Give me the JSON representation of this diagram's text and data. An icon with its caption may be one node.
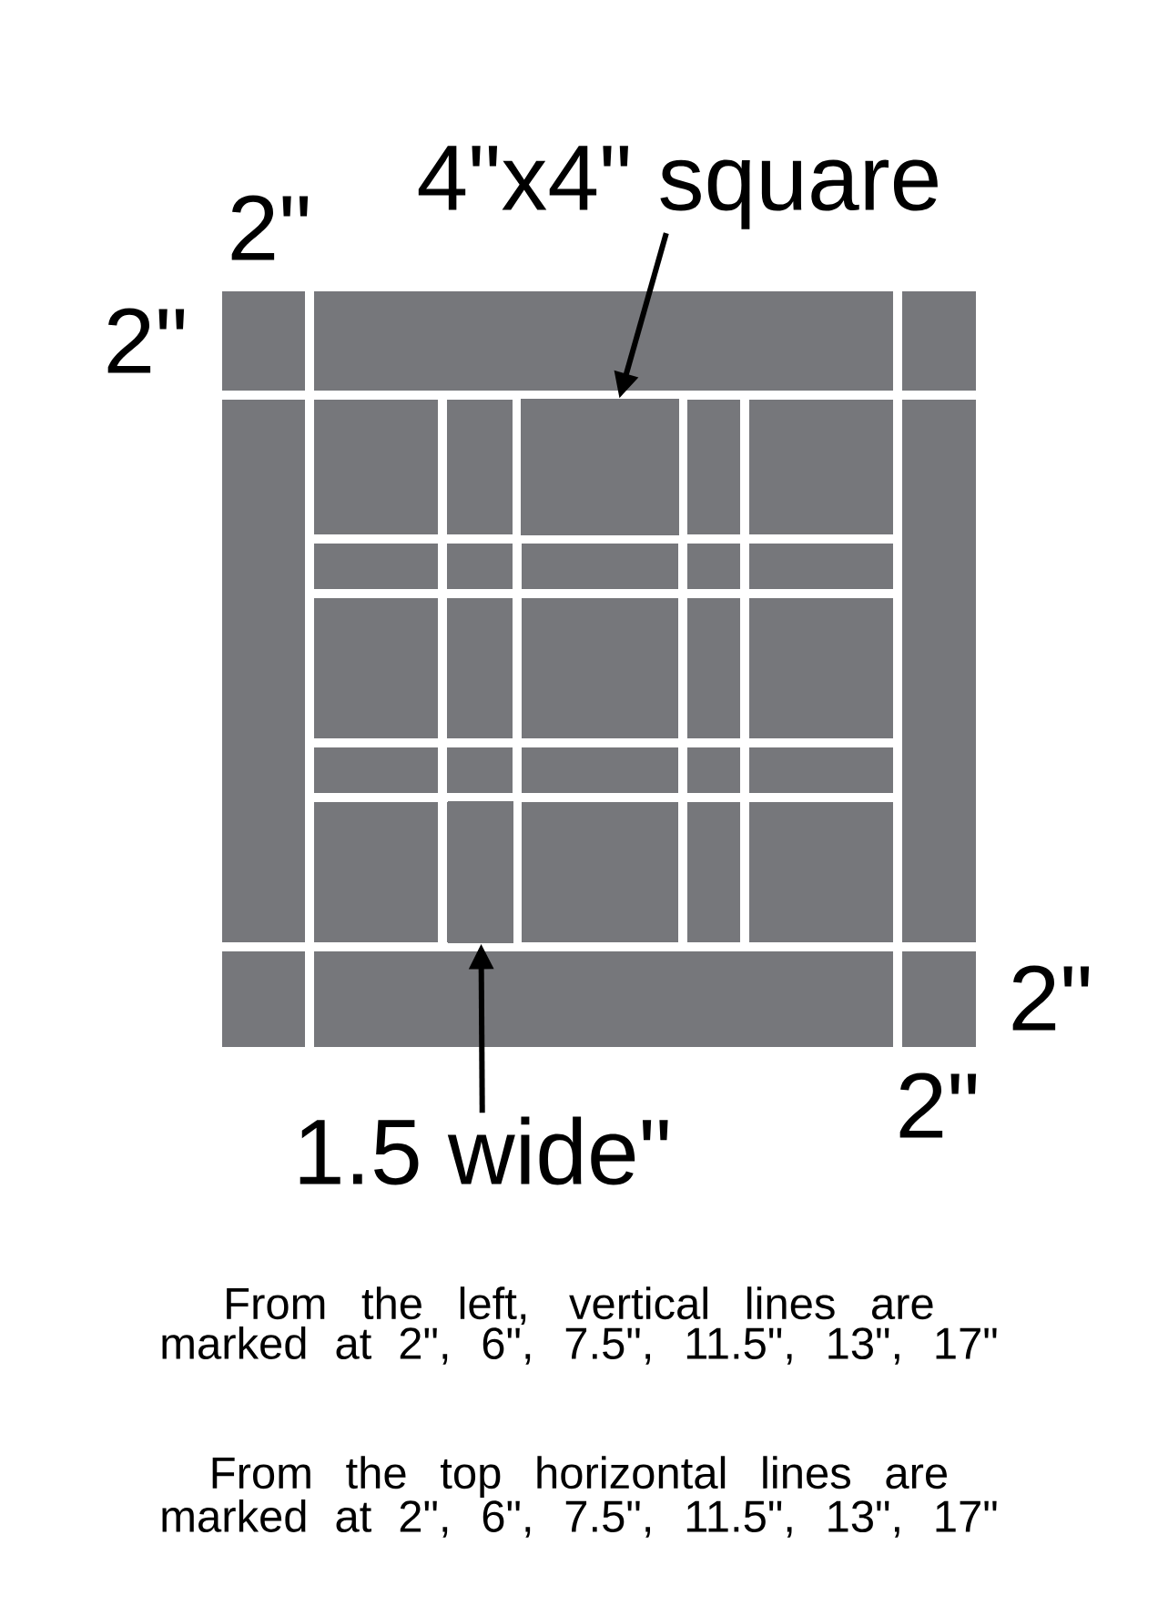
{
  "diagram": {
    "nodes": [
      {
        "text": [
          "4\"x4\" square"
        ]
      },
      {
        "text": [],
        "shape": "box"
      },
      {
        "text": [
          "1.5 wide\""
        ]
      },
      {
        "text": [],
        "shape": "box"
      }
    ],
    "edges": [
      {
        "from": 0,
        "to": 1,
        "arrow": "to"
      },
      {
        "from": 2,
        "to": 3,
        "arrow": "to"
      }
    ],
    "labels": [
      "2\"",
      "2\"",
      "2\"",
      "2\"",
      "From the left, vertical lines are marked at 2\", 6\", 7.5\", 11.5\", 13\", 17\"",
      "From the top horizontal lines are marked at 2\", 6\", 7.5\", 11.5\", 13\", 17\""
    ]
  }
}
